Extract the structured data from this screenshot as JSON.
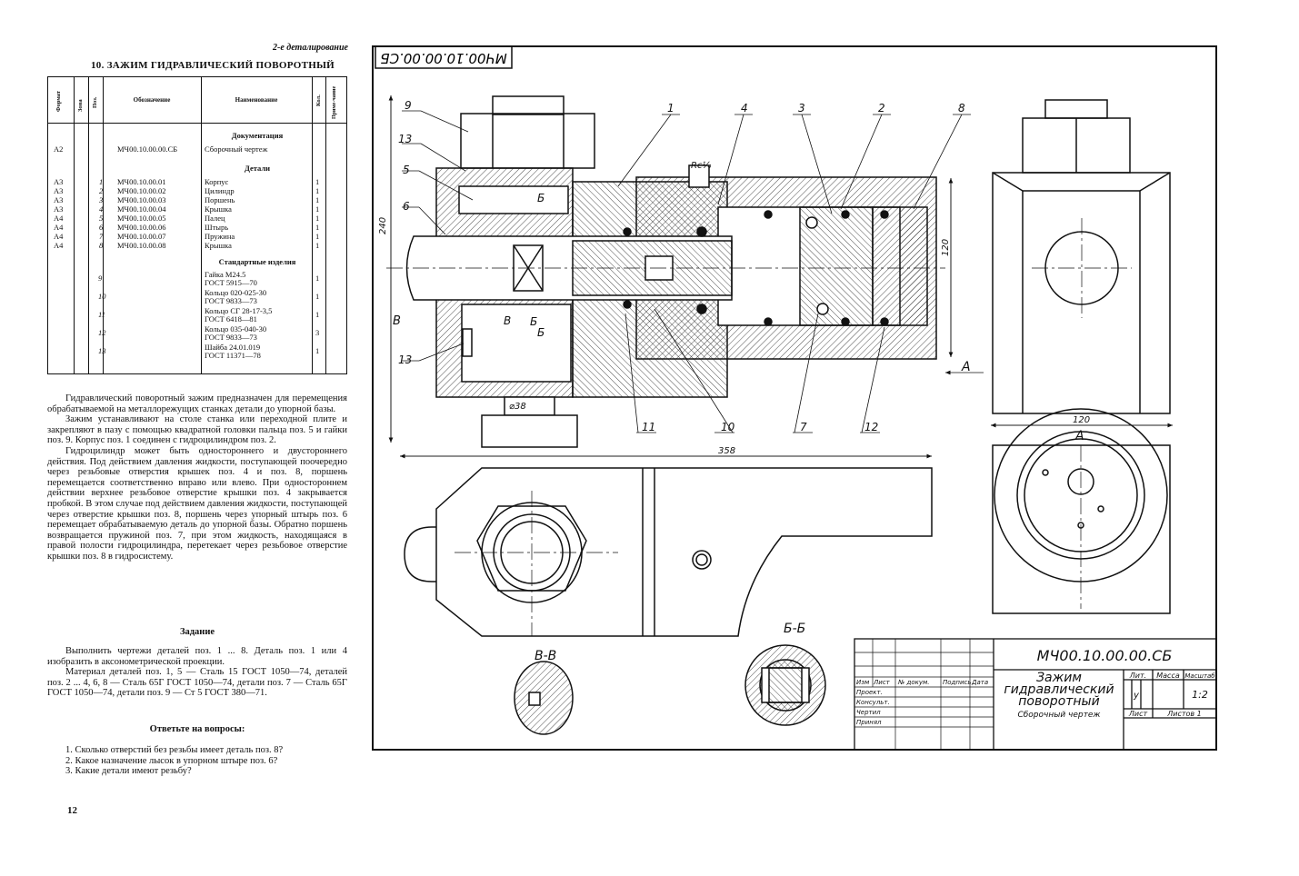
{
  "header": {
    "series": "2-е деталирование"
  },
  "title": "10. ЗАЖИМ ГИДРАВЛИЧЕСКИЙ ПОВОРОТНЫЙ",
  "spec_table": {
    "columns": [
      "Формат",
      "Зона",
      "Поз.",
      "Обозначение",
      "Наименование",
      "Кол.",
      "Приме-чание"
    ],
    "sections": {
      "documentation": "Документация",
      "details": "Детали",
      "standard": "Стандартные изделия"
    },
    "doc_row": {
      "format": "А2",
      "designation": "МЧ00.10.00.00.СБ",
      "name": "Сборочный чертеж"
    },
    "detail_rows": [
      {
        "format": "А3",
        "pos": "1",
        "designation": "МЧ00.10.00.01",
        "name": "Корпус",
        "qty": "1"
      },
      {
        "format": "А3",
        "pos": "2",
        "designation": "МЧ00.10.00.02",
        "name": "Цилиндр",
        "qty": "1"
      },
      {
        "format": "А3",
        "pos": "3",
        "designation": "МЧ00.10.00.03",
        "name": "Поршень",
        "qty": "1"
      },
      {
        "format": "А3",
        "pos": "4",
        "designation": "МЧ00.10.00.04",
        "name": "Крышка",
        "qty": "1"
      },
      {
        "format": "А4",
        "pos": "5",
        "designation": "МЧ00.10.00.05",
        "name": "Палец",
        "qty": "1"
      },
      {
        "format": "А4",
        "pos": "6",
        "designation": "МЧ00.10.00.06",
        "name": "Штырь",
        "qty": "1"
      },
      {
        "format": "А4",
        "pos": "7",
        "designation": "МЧ00.10.00.07",
        "name": "Пружина",
        "qty": "1"
      },
      {
        "format": "А4",
        "pos": "8",
        "designation": "МЧ00.10.00.08",
        "name": "Крышка",
        "qty": "1"
      }
    ],
    "standard_rows": [
      {
        "pos": "9",
        "name1": "Гайка М24.5",
        "name2": "ГОСТ 5915—70",
        "qty": "1"
      },
      {
        "pos": "10",
        "name1": "Кольцо 020-025-30",
        "name2": "ГОСТ 9833—73",
        "qty": "1"
      },
      {
        "pos": "11",
        "name1": "Кольцо СГ 28-17-3,5",
        "name2": "ГОСТ 6418—81",
        "qty": "1"
      },
      {
        "pos": "12",
        "name1": "Кольцо 035-040-30",
        "name2": "ГОСТ 9833—73",
        "qty": "3"
      },
      {
        "pos": "13",
        "name1": "Шайба 24.01.019",
        "name2": "ГОСТ 11371—78",
        "qty": "1"
      }
    ]
  },
  "description": [
    "Гидравлический поворотный зажим предназначен для перемещения обрабатываемой на металлорежущих станках детали до упорной базы.",
    "Зажим устанавливают на столе станка или переходной плите и закрепляют в пазу с помощью квадратной головки пальца поз. 5 и гайки поз. 9. Корпус поз. 1 соединен с гидроцилиндром поз. 2.",
    "Гидроцилиндр может быть одностороннего и двустороннего действия. Под действием давления жидкости, поступающей поочередно через резьбовые отверстия крышек поз. 4 и поз. 8, поршень перемещается соответственно вправо или влево. При одностороннем действии верхнее резьбовое отверстие крышки поз. 4 закрывается пробкой. В этом случае под действием давления жидкости, поступающей через отверстие крышки поз. 8, поршень через упорный штырь поз. 6 перемещает обрабатываемую деталь до упорной базы. Обратно поршень возвращается пружиной поз. 7, при этом жидкость, находящаяся в правой полости гидроцилиндра, перетекает через резьбовое отверстие крышки поз. 8 в гидросистему."
  ],
  "task": {
    "heading": "Задание",
    "text1": "Выполнить чертежи деталей поз. 1 ... 8. Деталь поз. 1 или 4 изобразить в аксонометрической проекции.",
    "text2": "Материал деталей поз. 1, 5 — Сталь 15 ГОСТ 1050—74, деталей поз. 2 ... 4, 6, 8 — Сталь 65Г ГОСТ 1050—74, детали поз. 7 — Сталь 65Г ГОСТ 1050—74, детали поз. 9 — Ст 5 ГОСТ 380—71."
  },
  "questions": {
    "heading": "Ответьте на вопросы:",
    "items": [
      "1. Сколько отверстий без резьбы имеет деталь поз. 8?",
      "2. Какое назначение лысок в упорном штыре поз. 6?",
      "3. Какие детали имеют резьбу?"
    ]
  },
  "page_number": "12",
  "drawing": {
    "stamp_code_mirrored": "МЧ00.10.00.00.СБ",
    "callouts": [
      "1",
      "2",
      "3",
      "4",
      "5",
      "6",
      "7",
      "8",
      "9",
      "10",
      "11",
      "12",
      "13",
      "13"
    ],
    "thread_label": "Rc¼",
    "dims": {
      "overall_height": "240",
      "bore_height": "120",
      "width_right": "120",
      "length": "358",
      "diameter": "⌀38"
    },
    "view_labels": {
      "A_arrow": "А",
      "A_view": "А",
      "BB": "Б-Б",
      "VV": "В-В",
      "B_left": "В",
      "B_inner": "В",
      "Bsec1": "Б",
      "Bsec2": "Б",
      "Bsec3": "Б"
    },
    "title_block": {
      "code": "МЧ00.10.00.00.СБ",
      "name1": "Зажим",
      "name2": "гидравлический",
      "name3": "поворотный",
      "doc_type": "Сборочный чертеж",
      "col_izm": "Изм",
      "col_list": "Лист",
      "col_doc": "№ докум.",
      "col_sign": "Подпись",
      "col_date": "Дата",
      "row1": "Проект.",
      "row2": "Консульт.",
      "row3": "Чертил",
      "row4": "Принял",
      "lit": "Лит.",
      "mass": "Масса",
      "scale": "Масштаб",
      "lit_val": "у",
      "scale_val": "1:2",
      "sheet": "Лист",
      "sheets": "Листов 1"
    }
  }
}
